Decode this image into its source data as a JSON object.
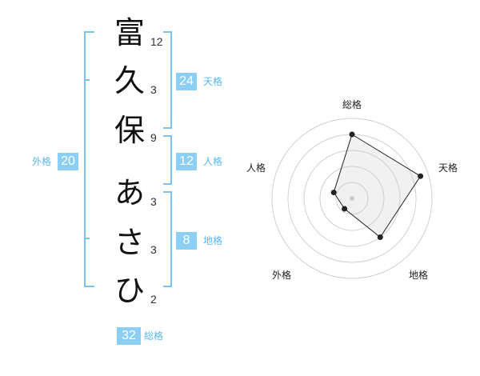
{
  "name": {
    "characters": [
      {
        "char": "富",
        "strokes": "12"
      },
      {
        "char": "久",
        "strokes": "3"
      },
      {
        "char": "保",
        "strokes": "9"
      },
      {
        "char": "あ",
        "strokes": "3"
      },
      {
        "char": "さ",
        "strokes": "3"
      },
      {
        "char": "ひ",
        "strokes": "2"
      }
    ]
  },
  "fortunes": {
    "tenkaku": {
      "label": "天格",
      "value": "24"
    },
    "jinkaku": {
      "label": "人格",
      "value": "12"
    },
    "chikaku": {
      "label": "地格",
      "value": "8"
    },
    "gaikaku": {
      "label": "外格",
      "value": "20"
    },
    "soukaku": {
      "label": "総格",
      "value": "32"
    }
  },
  "chart_data": {
    "type": "radar",
    "axes": [
      "総格",
      "天格",
      "地格",
      "外格",
      "人格"
    ],
    "values": [
      4,
      4.5,
      3,
      0.8,
      1.2
    ],
    "max": 5,
    "rings": 5
  },
  "colors": {
    "accent": "#8ccef4",
    "accent_text": "#58b8ef",
    "bracket": "#7cc3ee"
  }
}
